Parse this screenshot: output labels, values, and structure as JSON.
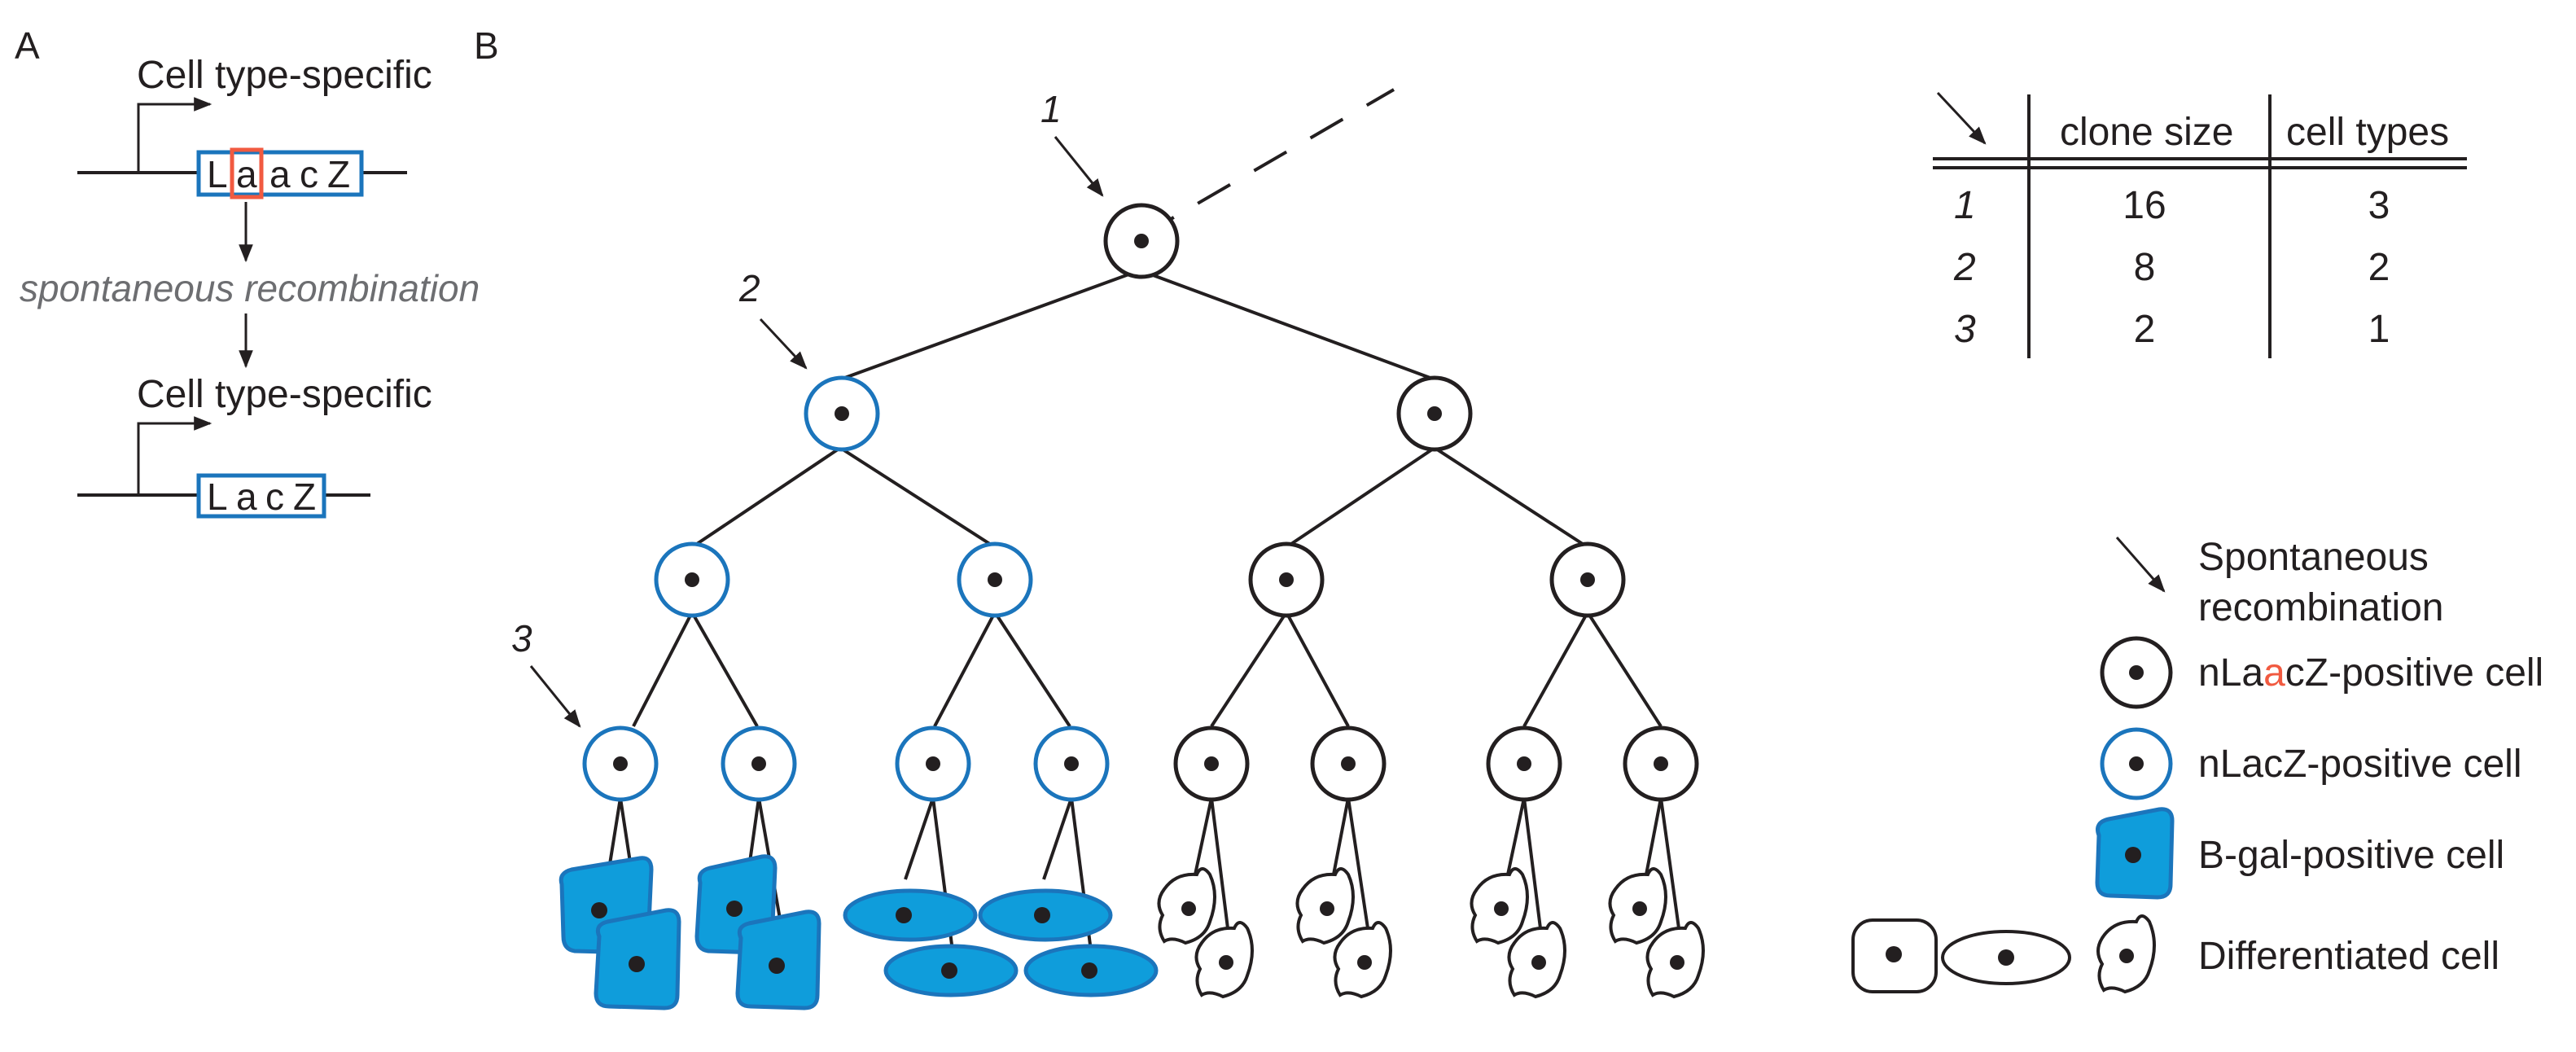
{
  "panel_a": {
    "label": "A",
    "promoter_top": "Cell type-specific",
    "promoter_bottom": "Cell type-specific",
    "construct_before": {
      "c0": "L",
      "c1": "a",
      "c2": "a",
      "c3": "c",
      "c4": "Z"
    },
    "step": "spontaneous recombination",
    "construct_after": {
      "c0": "L",
      "c1": "a",
      "c2": "c",
      "c3": "Z"
    }
  },
  "panel_b": {
    "label": "B",
    "arrow_labels": {
      "n1": "1",
      "n2": "2",
      "n3": "3"
    }
  },
  "table": {
    "headers": {
      "clone_size": "clone size",
      "cell_types": "cell types"
    },
    "rows": [
      {
        "id": "1",
        "clone_size": "16",
        "cell_types": "3"
      },
      {
        "id": "2",
        "clone_size": "8",
        "cell_types": "2"
      },
      {
        "id": "3",
        "clone_size": "2",
        "cell_types": "1"
      }
    ]
  },
  "legend": {
    "recombination_line1": "Spontaneous",
    "recombination_line2": "recombination",
    "naacz_pre": "nLa",
    "naacz_red": "a",
    "naacz_post": "cZ-positive cell",
    "nlacz": "nLacZ-positive cell",
    "bgal": "B-gal-positive cell",
    "differentiated": "Differentiated cell"
  },
  "colors": {
    "blue_outline": "#1b75bc",
    "blue_fill": "#0f9ddb",
    "red": "#f15a40",
    "ink": "#231f20",
    "grey": "#6d6e71"
  }
}
